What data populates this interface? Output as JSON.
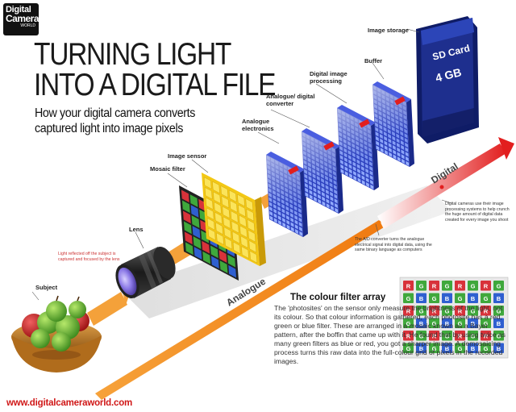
{
  "logo": {
    "line1": "Digital",
    "line2": "Camera",
    "line3": "WORLD"
  },
  "title": "TURNING LIGHT INTO A DIGITAL FILE",
  "subtitle": "How your digital camera converts captured light into image pixels",
  "labels": {
    "subject": "Subject",
    "lens": "Lens",
    "mosaic_filter": "Mosaic filter",
    "image_sensor": "Image sensor",
    "analogue_electronics": "Analogue electronics",
    "ad_converter": "Analogue/ digital converter",
    "digital_image_processing": "Digital image processing",
    "buffer": "Buffer",
    "image_storage": "Image storage"
  },
  "notes": {
    "light_reflected": "Light reflected off the subject is captured and focused by the lens",
    "ad_converter_note": "The A/D converter turns the analogue electrical signal into digital data, using the same binary language as computers",
    "processing_note": "Digital cameras use their image processing systems to help crunch the huge amount of digital data created for every image you shoot"
  },
  "axis": {
    "analogue": "Analogue",
    "digital": "Digital"
  },
  "sd_card": {
    "brand": "SD Card",
    "capacity": "4 GB"
  },
  "colour_filter": {
    "title": "The colour filter array",
    "body": "The 'photosites' on the sensor only measure the brightness of the light, not its colour. So that colour information is gathered, each photosite has a red, green or blue filter. These are arranged in a mosaic known as a Bayer pattern, after the boffin that came up with it. He found that by using twice as many green filters as blue or red, you got a sharper image. A demosaicing process turns this raw data into the full-colour grid of pixels in the recorded images.",
    "grid_rows": [
      [
        "R",
        "G",
        "R",
        "G",
        "R",
        "G",
        "R",
        "G"
      ],
      [
        "G",
        "B",
        "G",
        "B",
        "G",
        "B",
        "G",
        "B"
      ],
      [
        "R",
        "G",
        "R",
        "G",
        "R",
        "G",
        "R",
        "G"
      ],
      [
        "G",
        "B",
        "G",
        "B",
        "G",
        "B",
        "G",
        "B"
      ],
      [
        "R",
        "G",
        "R",
        "G",
        "R",
        "G",
        "R",
        "G"
      ],
      [
        "G",
        "B",
        "G",
        "B",
        "G",
        "B",
        "G",
        "B"
      ]
    ]
  },
  "url": "www.digitalcameraworld.com",
  "colors": {
    "red": "#d8323a",
    "green": "#3fa83c",
    "blue": "#2f5fd0",
    "orange": "#f08a1a",
    "sensor_yellow": "#f6d21a",
    "board_blue": "#2b3fbe",
    "sd_blue": "#1e2f8e"
  }
}
